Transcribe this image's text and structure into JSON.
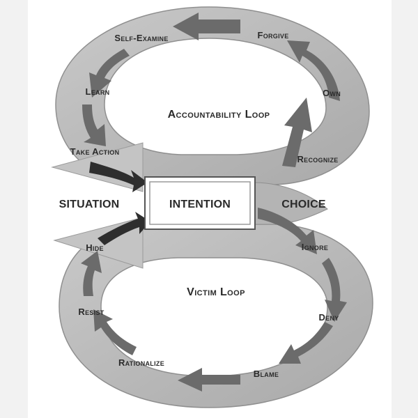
{
  "center": {
    "label": "INTENTION"
  },
  "left_label": "SITUATION",
  "right_label": "CHOICE",
  "accountability_loop": {
    "title": "Accountability Loop",
    "steps": [
      "Recognize",
      "Own",
      "Forgive",
      "Self-Examine",
      "Learn",
      "Take Action"
    ]
  },
  "victim_loop": {
    "title": "Victim Loop",
    "steps": [
      "Ignore",
      "Deny",
      "Blame",
      "Rationalize",
      "Resist",
      "Hide"
    ]
  },
  "colors": {
    "band": "#b8b8b8",
    "band_edge": "#8f8f8f",
    "arrow": "#6b6b6b",
    "arrow_dark": "#2e2e2e",
    "text": "#2a2a2a"
  }
}
